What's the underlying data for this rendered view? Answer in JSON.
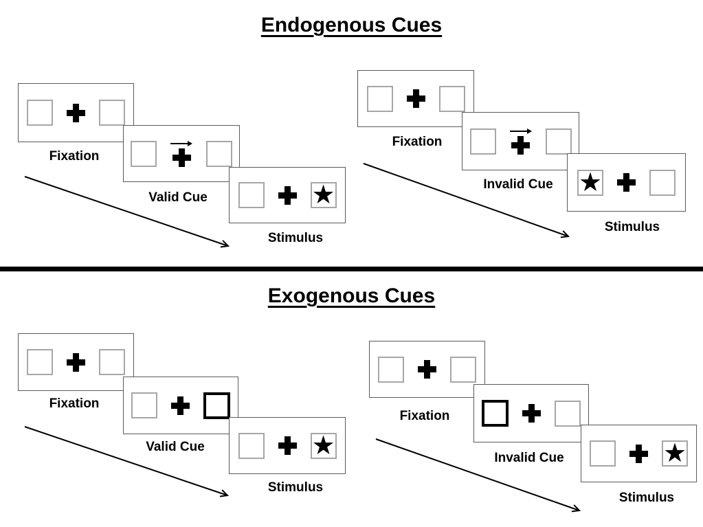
{
  "sections": {
    "endogenous": {
      "title": "Endogenous Cues",
      "sequences": {
        "valid": {
          "steps": [
            "Fixation",
            "Valid Cue",
            "Stimulus"
          ],
          "cue": "central-arrow-pointing-right",
          "stimulus_star_side": "right"
        },
        "invalid": {
          "steps": [
            "Fixation",
            "Invalid Cue",
            "Stimulus"
          ],
          "cue": "central-arrow-pointing-right",
          "stimulus_star_side": "left"
        }
      }
    },
    "exogenous": {
      "title": "Exogenous Cues",
      "sequences": {
        "valid": {
          "steps": [
            "Fixation",
            "Valid Cue",
            "Stimulus"
          ],
          "cue": "right-box-bold-highlight",
          "stimulus_star_side": "right"
        },
        "invalid": {
          "steps": [
            "Fixation",
            "Invalid Cue",
            "Stimulus"
          ],
          "cue": "left-box-bold-highlight",
          "stimulus_star_side": "right"
        }
      }
    }
  },
  "icons": {
    "star": "★",
    "fixation-cross": "+",
    "cue-arrow": "→",
    "sequence-arrow": "↘"
  },
  "colors": {
    "background": "#ffffff",
    "panel_border": "#595959",
    "square_border": "#a6a6a6",
    "bold_cue_square": "#000000",
    "text": "#000000",
    "divider": "#000000"
  }
}
